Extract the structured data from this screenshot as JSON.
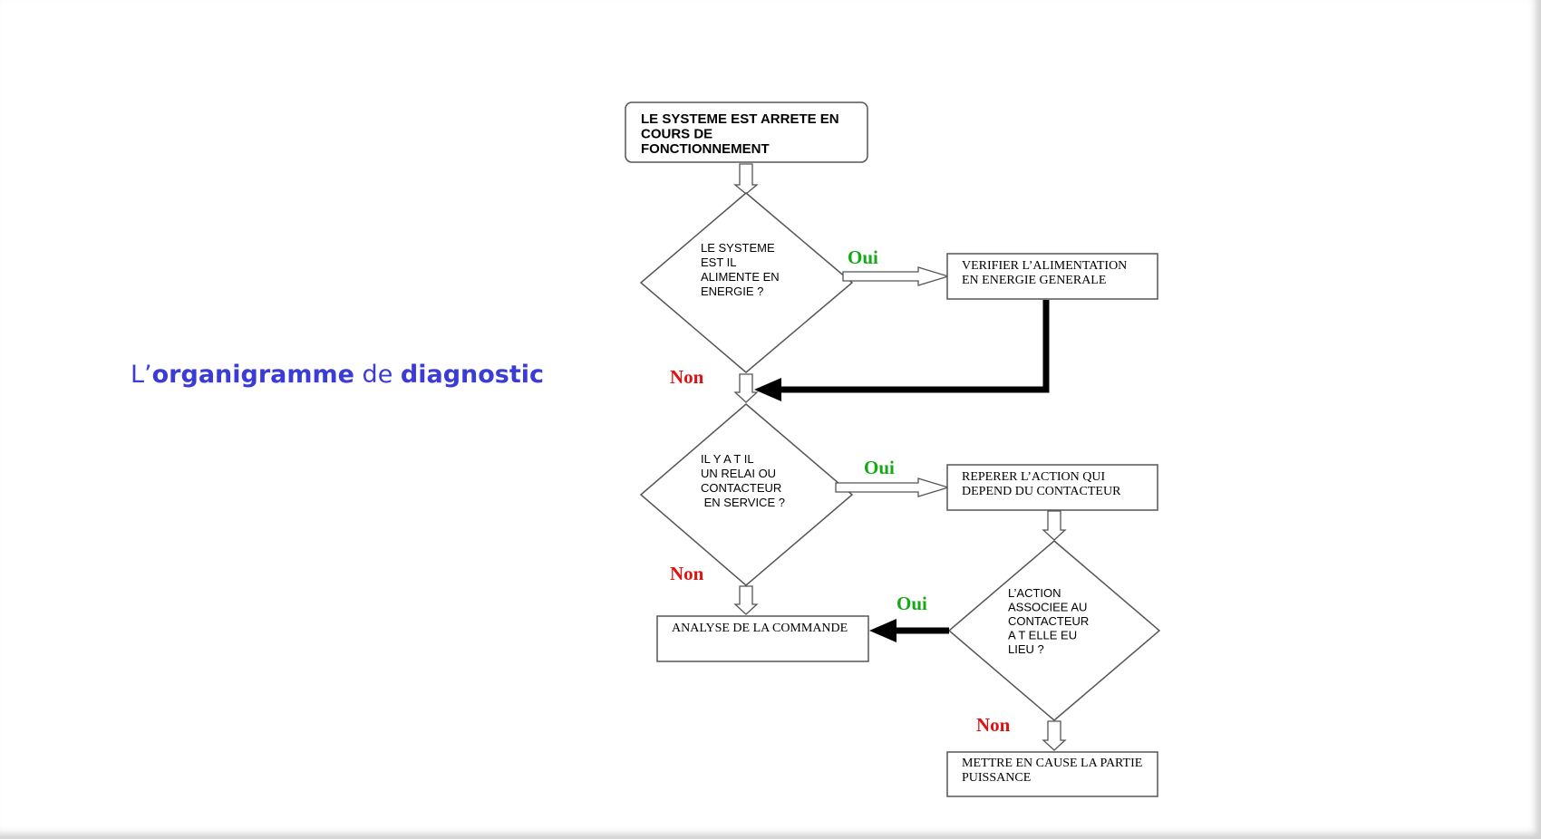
{
  "slide": {
    "title_prefix": "L’",
    "title_word1": "organigramme",
    "title_mid": " de ",
    "title_word2": "diagnostic",
    "title_color": "#3b3bd6"
  },
  "flowchart": {
    "start": [
      "LE SYSTEME EST ARRETE EN",
      "COURS DE",
      "FONCTIONNEMENT"
    ],
    "decision1": [
      "LE SYSTEME",
      "EST IL",
      "ALIMENTE EN",
      "ENERGIE ?"
    ],
    "action_verify": [
      "VERIFIER L’ALIMENTATION",
      "EN ENERGIE GENERALE"
    ],
    "decision2": [
      "IL Y A T IL",
      "UN RELAI OU",
      "CONTACTEUR",
      " EN SERVICE ?"
    ],
    "action_locate": [
      "REPERER L’ACTION QUI",
      "DEPEND DU CONTACTEUR"
    ],
    "action_analyse": [
      "ANALYSE DE LA COMMANDE"
    ],
    "decision3": [
      "L’ACTION",
      "ASSOCIEE AU",
      "CONTACTEUR",
      "A T ELLE EU",
      "LIEU ?"
    ],
    "action_power": [
      "METTRE EN CAUSE LA PARTIE",
      "PUISSANCE"
    ],
    "labels": {
      "oui1": "Oui",
      "non1": "Non",
      "oui2": "Oui",
      "non2": "Non",
      "oui3": "Oui",
      "non3": "Non"
    },
    "colors": {
      "oui": "#16a816",
      "non": "#e01212"
    }
  }
}
